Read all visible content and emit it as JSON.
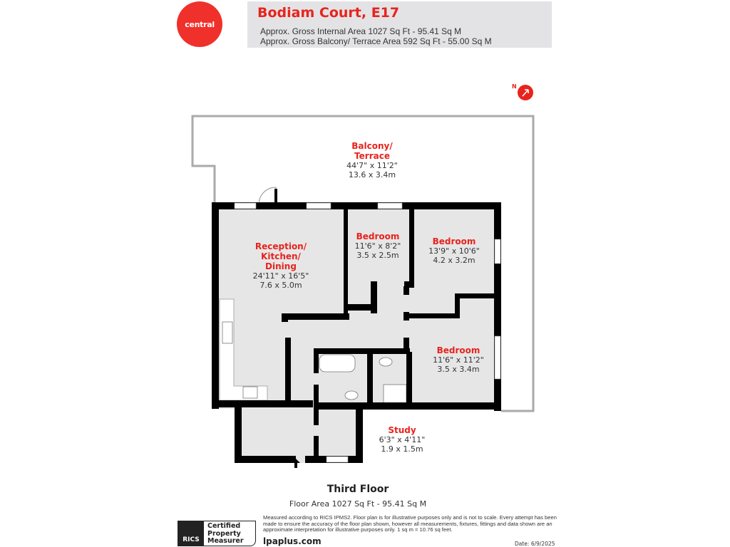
{
  "brand": {
    "logo_text": "central",
    "logo_color": "#f0302a"
  },
  "header": {
    "title": "Bodiam Court, E17",
    "internal_area": "Approx. Gross Internal Area 1027 Sq Ft - 95.41 Sq M",
    "balcony_area": "Approx. Gross Balcony/ Terrace Area 592 Sq Ft - 55.00 Sq M"
  },
  "rooms": [
    {
      "name": "Balcony/\nTerrace",
      "imperial": "44'7\" x 11'2\"",
      "metric": "13.6 x 3.4m"
    },
    {
      "name": "Reception/\nKitchen/\nDining",
      "imperial": "24'11\" x 16'5\"",
      "metric": "7.6 x 5.0m"
    },
    {
      "name": "Bedroom",
      "imperial": "11'6\" x 8'2\"",
      "metric": "3.5 x 2.5m"
    },
    {
      "name": "Bedroom",
      "imperial": "13'9\" x 10'6\"",
      "metric": "4.2 x 3.2m"
    },
    {
      "name": "Bedroom",
      "imperial": "11'6\" x 11'2\"",
      "metric": "3.5 x 3.4m"
    },
    {
      "name": "Study",
      "imperial": "6'3\" x 4'11\"",
      "metric": "1.9 x 1.5m"
    }
  ],
  "compass": {
    "icon": "north-arrow-icon",
    "label": "N"
  },
  "floor": {
    "name": "Third Floor",
    "area": "Floor Area 1027 Sq Ft - 95.41 Sq M"
  },
  "footer": {
    "rics_logo": "RICS",
    "badge": [
      "Certified",
      "Property",
      "Measurer"
    ],
    "disclaimer": "Measured according to RICS IPMS2. Floor plan is for illustrative purposes only and is not to scale. Every attempt has been made to ensure the accuracy of the floor plan shown, however all measurements, fixtures, fittings and data shown are an approximate interpretation for illustrative purposes only. 1 sq m = 10.76 sq feet.",
    "website": "lpaplus.com",
    "date": "Date: 6/9/2025"
  },
  "colors": {
    "accent": "#e8231d",
    "wall": "#000000",
    "floor": "#e6e6e6"
  }
}
